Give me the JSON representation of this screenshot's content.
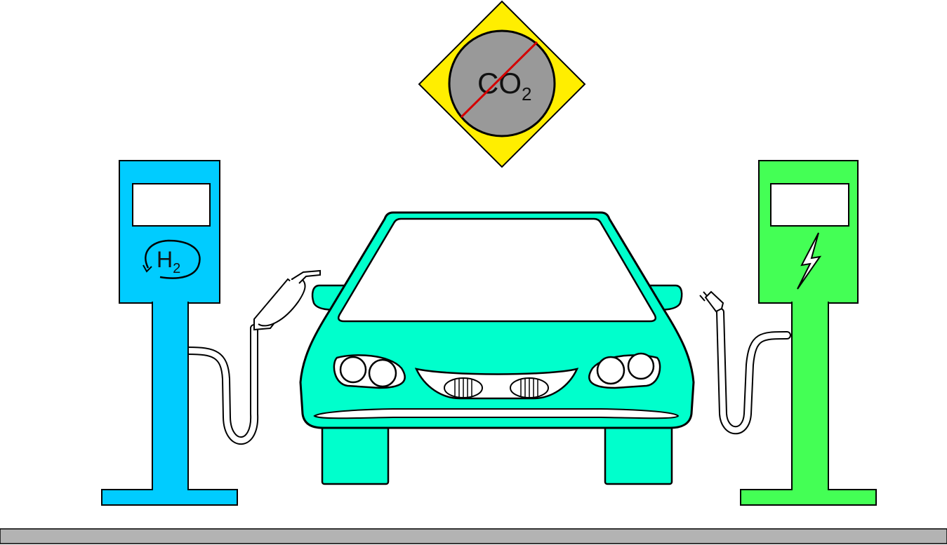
{
  "sign": {
    "text_main": "CO",
    "text_sub": "2",
    "icon": "no-co2-sign-icon",
    "colors": {
      "diamond": "#ffee00",
      "circle": "#999999",
      "slash": "#d40000"
    }
  },
  "hydrogen_pump": {
    "label_main": "H",
    "label_sub": "2",
    "icon": "hydrogen-icon",
    "color": "#00ccff"
  },
  "electric_charger": {
    "icon": "lightning-bolt-icon",
    "color": "#44ff55"
  },
  "car": {
    "icon": "car-front-icon",
    "color": "#00ffcc"
  },
  "ground": {
    "color": "#b3b3b3"
  }
}
